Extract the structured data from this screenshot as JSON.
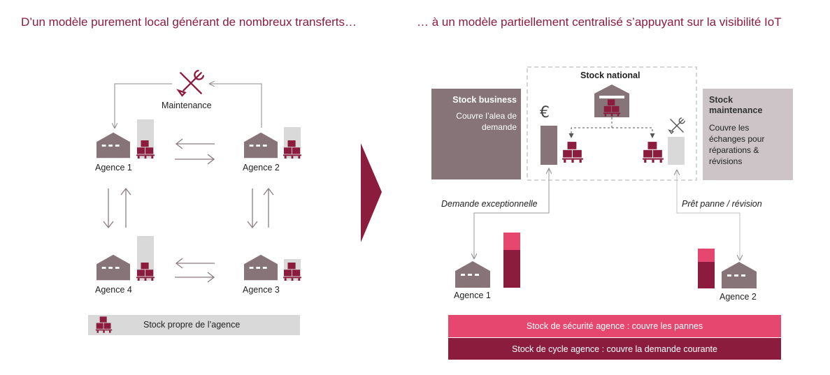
{
  "left": {
    "title": "D’un modèle purement local générant de nombreux transferts…",
    "maintenance_label": "Maintenance",
    "agencies": [
      "Agence 1",
      "Agence 2",
      "Agence 4",
      "Agence 3"
    ],
    "legend_label": "Stock propre  de l’agence"
  },
  "right": {
    "title": "… à un modèle partiellement centralisé s’appuyant sur la visibilité IoT",
    "stock_national": "Stock national",
    "stock_business": {
      "title": "Stock business",
      "text": "Couvre  l’alea de demande"
    },
    "stock_maintenance": {
      "title": "Stock maintenance",
      "text": "Couvre  les échanges pour réparations & révisions"
    },
    "demande_label": "Demande  exceptionnelle",
    "pret_label": "Prêt panne / révision",
    "agence1": "Agence 1",
    "agence2": "Agence 2",
    "euro_symbol": "€",
    "band_securite": "Stock de sécurité agence : couvre  les pannes",
    "band_cycle": "Stock de cycle agence : couvre  la demande courante"
  },
  "colors": {
    "accent": "#8b1c3e",
    "pink": "#e5476f",
    "grey_house": "#877478",
    "light_grey": "#d9d9d9",
    "business_box": "#877478",
    "maintenance_box": "#ccc4c6"
  }
}
